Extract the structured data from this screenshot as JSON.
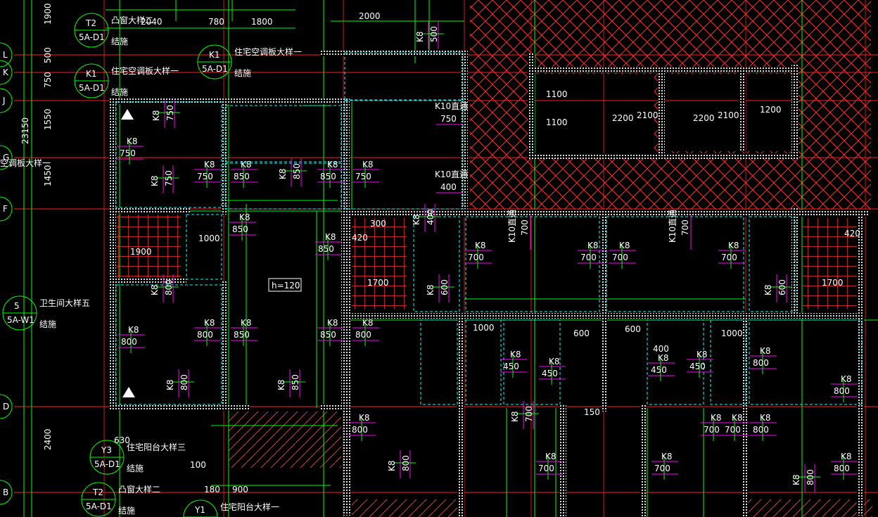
{
  "colors": {
    "background": "#000000",
    "axis": "#ff2020",
    "dim_line": "#00ff00",
    "rebar": "#ff00ff",
    "wall": "#ffffff",
    "detail": "#00ffff",
    "hatch": "#ff3030"
  },
  "grid_labels": [
    "L",
    "K",
    "J",
    "G",
    "F",
    "D",
    "B"
  ],
  "row_dims": [
    "1900",
    "500",
    "750",
    "1550",
    "23150",
    "1450",
    "2400"
  ],
  "top_dims": [
    "2040",
    "780",
    "1800",
    "2000"
  ],
  "detail_refs": [
    {
      "id": "T2",
      "sheet": "5A-D1",
      "note": "凸窗大样二",
      "tag": "结施"
    },
    {
      "id": "K1",
      "sheet": "5A-D1",
      "note": "住宅空调板大样一",
      "tag": "结施"
    },
    {
      "id": "K1",
      "sheet": "5A-D1",
      "note": "住宅空调板大样一",
      "tag": "结施"
    },
    {
      "id": "5",
      "sheet": "5A-W1",
      "note": "卫生间大样五",
      "tag": "结施"
    },
    {
      "id": "Y3",
      "sheet": "5A-D1",
      "note": "住宅阳台大样三",
      "tag": "结施"
    },
    {
      "id": "T2",
      "sheet": "5A-D1",
      "note": "凸窗大样二",
      "tag": "结施"
    },
    {
      "id": "Y1",
      "sheet": "",
      "note": "住宅阳台大样一",
      "tag": ""
    }
  ],
  "left_note": "空调板大样一",
  "slab_note": "h=120",
  "rebar_labels": [
    {
      "mark": "K8",
      "value": "750"
    },
    {
      "mark": "K8",
      "value": "750"
    },
    {
      "mark": "K8",
      "value": "750"
    },
    {
      "mark": "K8",
      "value": "750"
    },
    {
      "mark": "K8",
      "value": "850"
    },
    {
      "mark": "K8",
      "value": "850"
    },
    {
      "mark": "K8",
      "value": "850"
    },
    {
      "mark": "K8",
      "value": "750"
    },
    {
      "mark": "K8",
      "value": "850"
    },
    {
      "mark": "K8",
      "value": "850"
    },
    {
      "mark": "K8",
      "value": "800"
    },
    {
      "mark": "K8",
      "value": "800"
    },
    {
      "mark": "K8",
      "value": "800"
    },
    {
      "mark": "K8",
      "value": "850"
    },
    {
      "mark": "K8",
      "value": "850"
    },
    {
      "mark": "K8",
      "value": "800"
    },
    {
      "mark": "K8",
      "value": "850"
    },
    {
      "mark": "K8",
      "value": "800"
    },
    {
      "mark": "K8",
      "value": "800"
    },
    {
      "mark": "K8",
      "value": "700"
    },
    {
      "mark": "K8",
      "value": "700"
    },
    {
      "mark": "K8",
      "value": "700"
    },
    {
      "mark": "K8",
      "value": "700"
    },
    {
      "mark": "K8",
      "value": "700"
    },
    {
      "mark": "K8",
      "value": "800"
    },
    {
      "mark": "K8",
      "value": "450"
    },
    {
      "mark": "K8",
      "value": "450"
    },
    {
      "mark": "K8",
      "value": "800"
    },
    {
      "mark": "K8",
      "value": "700"
    },
    {
      "mark": "K8",
      "value": "800"
    },
    {
      "mark": "K8",
      "value": "700"
    },
    {
      "mark": "K8",
      "value": "800"
    },
    {
      "mark": "K8",
      "value": "700"
    },
    {
      "mark": "K8",
      "value": "800"
    },
    {
      "mark": "K8",
      "value": "700"
    },
    {
      "mark": "K8",
      "value": "800"
    },
    {
      "mark": "K8",
      "value": "450"
    },
    {
      "mark": "K8",
      "value": "450"
    },
    {
      "mark": "K8",
      "value": "400"
    },
    {
      "mark": "K8",
      "value": "600"
    },
    {
      "mark": "K8",
      "value": "600"
    },
    {
      "mark": "K8",
      "value": "500"
    }
  ],
  "k10_labels": [
    {
      "mark": "K10直通",
      "value": "750"
    },
    {
      "mark": "K10直通",
      "value": "400"
    },
    {
      "mark": "K10直通",
      "value": "700"
    },
    {
      "mark": "K10直通",
      "value": "700"
    }
  ],
  "room_dims": [
    "1100",
    "1100",
    "2200",
    "2100",
    "2200",
    "2100",
    "1200",
    "1000",
    "1700",
    "1700",
    "1900",
    "1000",
    "1000",
    "600",
    "600",
    "420",
    "420",
    "300",
    "400",
    "900",
    "180",
    "100",
    "630",
    "150"
  ]
}
